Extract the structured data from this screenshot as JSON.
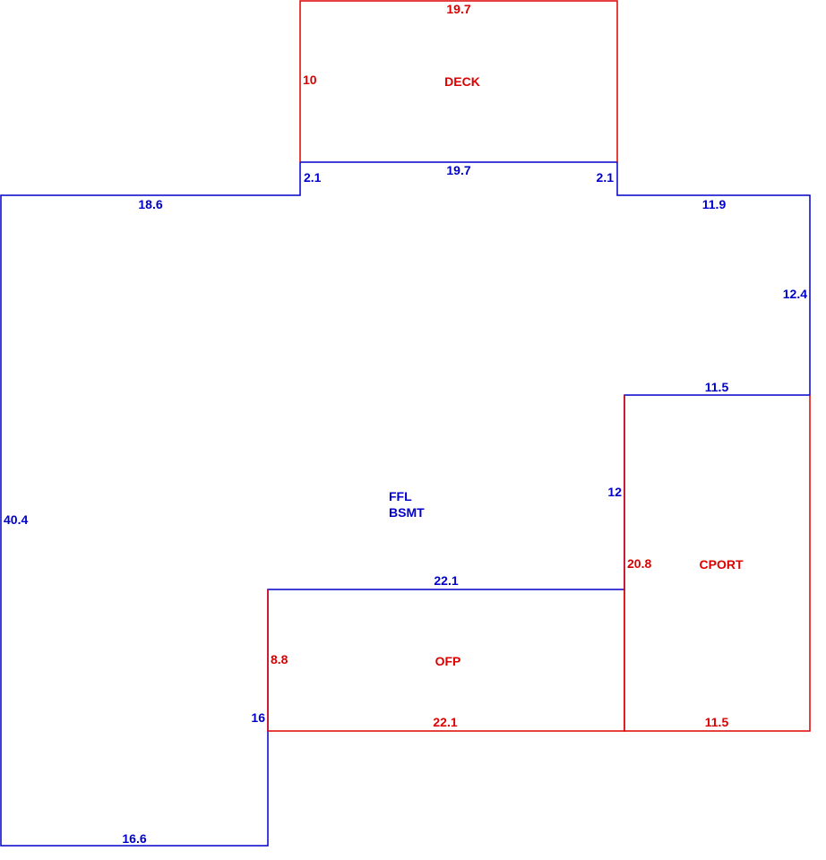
{
  "colors": {
    "main": "#0000cc",
    "addition": "#dd0000"
  },
  "areas": {
    "main": {
      "line1": "FFL",
      "line2": "BSMT"
    },
    "deck": {
      "label": "DECK",
      "dims": [
        "19.7",
        "10",
        "19.7"
      ]
    },
    "ofp": {
      "label": "OFP",
      "dims": [
        "22.1",
        "8.8",
        "22.1"
      ]
    },
    "cport": {
      "label": "CPORT",
      "dims": [
        "20.8",
        "11.5"
      ]
    }
  },
  "main_dims": [
    "2.1",
    "2.1",
    "18.6",
    "11.9",
    "12.4",
    "11.5",
    "40.4",
    "12",
    "16",
    "16.6"
  ]
}
